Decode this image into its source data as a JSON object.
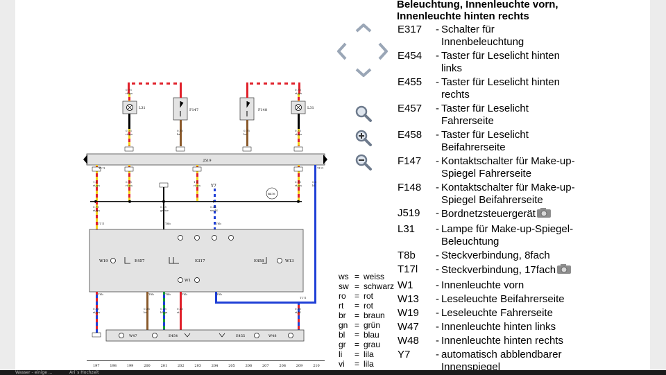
{
  "title_lines": [
    "Beleuchtung, Innenleuchte vorn,",
    "Innenleuchte hinten rechts"
  ],
  "components": [
    {
      "code": "E317",
      "dash": "-",
      "lines": [
        "Schalter für",
        "Innenbeleuchtung"
      ],
      "camera": false
    },
    {
      "code": "E454",
      "dash": "-",
      "lines": [
        "Taster für Leselicht hinten",
        "links"
      ],
      "camera": false
    },
    {
      "code": "E455",
      "dash": "-",
      "lines": [
        "Taster für Leselicht hinten",
        "rechts"
      ],
      "camera": false
    },
    {
      "code": "E457",
      "dash": "-",
      "lines": [
        "Taster für Leselicht",
        "Fahrerseite"
      ],
      "camera": false
    },
    {
      "code": "E458",
      "dash": "-",
      "lines": [
        "Taster für Leselicht",
        "Beifahrerseite"
      ],
      "camera": false
    },
    {
      "code": "F147",
      "dash": "-",
      "lines": [
        "Kontaktschalter für Make-up-",
        "Spiegel Fahrerseite"
      ],
      "camera": false
    },
    {
      "code": "F148",
      "dash": "-",
      "lines": [
        "Kontaktschalter für Make-up-",
        "Spiegel Beifahrerseite"
      ],
      "camera": false
    },
    {
      "code": "J519",
      "dash": "-",
      "lines": [
        "Bordnetzsteuergerät"
      ],
      "camera": true
    },
    {
      "code": "L31",
      "dash": "-",
      "lines": [
        "Lampe für Make-up-Spiegel-",
        "Beleuchtung"
      ],
      "camera": false
    },
    {
      "code": "T8b",
      "dash": "-",
      "lines": [
        "Steckverbindung, 8fach"
      ],
      "camera": false
    },
    {
      "code": "T17l",
      "dash": "-",
      "lines": [
        "Steckverbindung, 17fach"
      ],
      "camera": true
    },
    {
      "code": "W1",
      "dash": "-",
      "lines": [
        "Innenleuchte vorn"
      ],
      "camera": false
    },
    {
      "code": "W13",
      "dash": "-",
      "lines": [
        "Leseleuchte Beifahrerseite"
      ],
      "camera": false
    },
    {
      "code": "W19",
      "dash": "-",
      "lines": [
        "Leseleuchte Fahrerseite"
      ],
      "camera": false
    },
    {
      "code": "W47",
      "dash": "-",
      "lines": [
        "Innenleuchte hinten links"
      ],
      "camera": false
    },
    {
      "code": "W48",
      "dash": "-",
      "lines": [
        "Innenleuchte hinten rechts"
      ],
      "camera": false
    },
    {
      "code": "Y7",
      "dash": "-",
      "lines": [
        "automatisch abblendbarer",
        "Innenspiegel"
      ],
      "camera": false
    }
  ],
  "color_abbreviations": [
    {
      "abbr": "ws",
      "eq": "=",
      "name": "weiss"
    },
    {
      "abbr": "sw",
      "eq": "=",
      "name": "schwarz"
    },
    {
      "abbr": "ro",
      "eq": "=",
      "name": "rot"
    },
    {
      "abbr": "rt",
      "eq": "=",
      "name": "rot"
    },
    {
      "abbr": "br",
      "eq": "=",
      "name": "braun"
    },
    {
      "abbr": "gn",
      "eq": "=",
      "name": "grün"
    },
    {
      "abbr": "bl",
      "eq": "=",
      "name": "blau"
    },
    {
      "abbr": "gr",
      "eq": "=",
      "name": "grau"
    },
    {
      "abbr": "li",
      "eq": "=",
      "name": "lila"
    },
    {
      "abbr": "vi",
      "eq": "=",
      "name": "lila"
    }
  ],
  "schematic": {
    "j519_label": "J519",
    "top_left_lamp": "L31",
    "top_left_switch": "F147",
    "top_right_switch": "F148",
    "top_right_lamp": "L31",
    "top_wire_labels": [
      "0.75\nrt/gn",
      "0.75\nrt/gn",
      "0.75\nrt/gn",
      "0.75\nrt/gn"
    ],
    "mid_wire_labels": [
      "0.75\nrt/gn",
      "0.75\nbr",
      "0.75\nbr",
      "0.75\nrt/gn"
    ],
    "row2_labels": [
      "1.0\nrt/gn",
      "0.75\nrt/gn",
      "1.0\nrt/gn",
      "0.75\nrt/gn",
      "0.5\nbl"
    ],
    "row3_labels": [
      "0.75\nrt/gn",
      "0.35\ngn/sw",
      "0.35\nws/bl"
    ],
    "y7_label": "Y7",
    "ground_label": "B476",
    "t17l_label": "T17l",
    "t8b_label": "T8b",
    "w19_label": "W19",
    "e457_label": "E457",
    "e317_label": "E317",
    "e458_label": "E458",
    "w13_label": "W13",
    "w1_label": "W1",
    "bottom_wire_labels": [
      "0.75\nrt/gn",
      "0.35\nbr",
      "0.35\nbl/gn",
      "0.35\nrt",
      "0.35\nrt/bl"
    ],
    "w47_label": "W47",
    "e454_label": "E454",
    "e455_label": "E455",
    "w48_label": "W48",
    "ruler": [
      "197",
      "198",
      "199",
      "200",
      "201",
      "202",
      "203",
      "204",
      "205",
      "206",
      "207",
      "208",
      "209",
      "210"
    ]
  },
  "taskbar_texts": [
    "Wasser - einige ...",
    "Ari´s Hochzeit"
  ],
  "colors": {
    "red": "#e0202a",
    "yellow": "#f2d21a",
    "blue": "#1f3fd6",
    "green": "#1a9a3a",
    "gray_box": "#e3e3e3"
  }
}
